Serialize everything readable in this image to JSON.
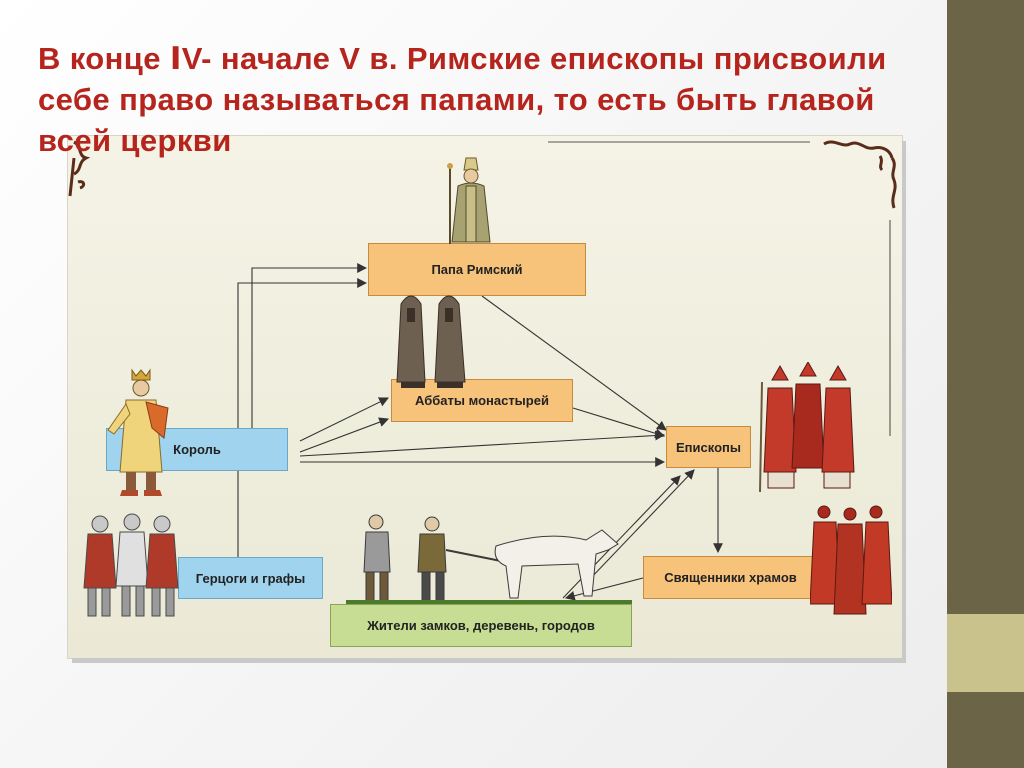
{
  "slide": {
    "title": "В конце ⅠV- начале V в. Римские епископы присвоили себе право называться папами, то есть быть главой всей церкви"
  },
  "diagram": {
    "nodes": {
      "pope": "Папа Римский",
      "abbots": "Аббаты монастырей",
      "king": "Король",
      "bishops": "Епископы",
      "dukes": "Герцоги и графы",
      "priests": "Священники храмов",
      "residents": "Жители замков, деревень, городов"
    }
  },
  "colors": {
    "title": "#b5251d",
    "orange_box": "#f7c27a",
    "blue_box": "#9fd3ee",
    "green_box": "#c7dd93",
    "side_band": "#6b6447",
    "side_band_light": "#c9c28c"
  }
}
